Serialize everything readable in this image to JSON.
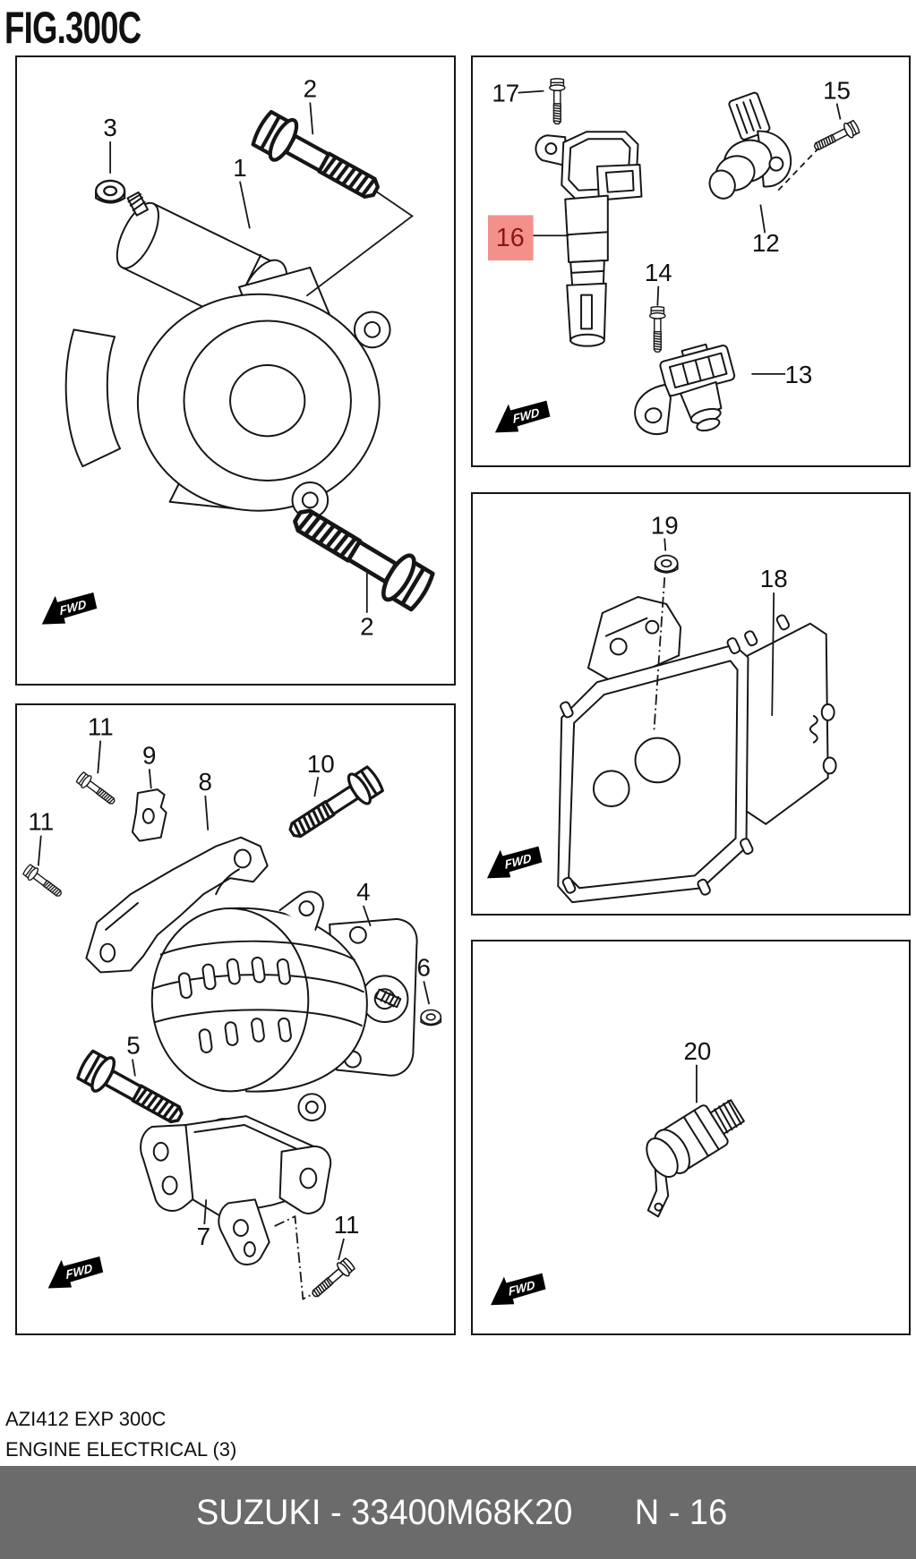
{
  "page": {
    "title": "FIG.300C"
  },
  "labels": {
    "fwd": "FWD"
  },
  "highlight": {
    "number": "16",
    "box_fill": "#F4908A",
    "number_color": "#8C1712"
  },
  "callouts": {
    "starter": {
      "n3": "3",
      "n2a": "2",
      "n1": "1",
      "n2b": "2"
    },
    "coil": {
      "n17": "17",
      "n15": "15",
      "n12": "12",
      "n14": "14",
      "n13": "13"
    },
    "ecu": {
      "n19": "19",
      "n18": "18"
    },
    "alternator": {
      "n11a": "11",
      "n9": "9",
      "n8": "8",
      "n10": "10",
      "n11b": "11",
      "n4": "4",
      "n6": "6",
      "n5": "5",
      "n7": "7",
      "n11c": "11"
    },
    "switch": {
      "n20": "20"
    }
  },
  "captions": {
    "line1": "AZI412 EXP 300C",
    "line2": "ENGINE ELECTRICAL (3)"
  },
  "footer": {
    "left": "SUZUKI - 33400M68K20",
    "right": "N - 16",
    "bg": "#6B6B6B",
    "fg": "#FFFFFF"
  },
  "colors": {
    "line": "#161616",
    "background": "#FFFFFF"
  }
}
